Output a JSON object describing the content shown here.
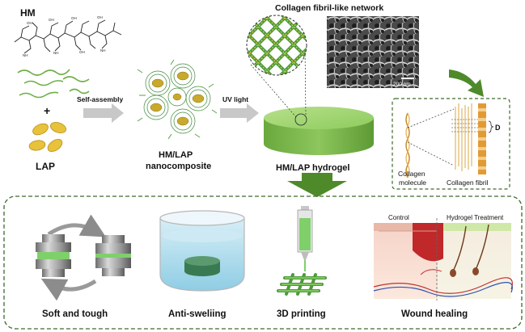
{
  "labels": {
    "hm": "HM",
    "lap": "LAP",
    "plus": "+",
    "self_assembly": "Self-assembly",
    "uv_light": "UV light",
    "nanocomposite_line1": "HM/LAP",
    "nanocomposite_line2": "nanocomposite",
    "hydrogel": "HM/LAP hydrogel",
    "network_title": "Collagen fibril-like network",
    "scale_bar": "200 nm",
    "d_label": "D",
    "collagen_molecule_line1": "Collagen",
    "collagen_molecule_line2": "molecule",
    "collagen_fibril": "Collagen fibril"
  },
  "applications": {
    "soft_tough": "Soft and tough",
    "anti_swelling": "Anti-sweliing",
    "printing": "3D printing",
    "wound_healing": "Wound healing",
    "control": "Control",
    "hydrogel_treatment": "Hydrogel Treatment"
  },
  "colors": {
    "hydrogel_green": "#7fbf4d",
    "arrow_gray": "#bdbdbd",
    "arrow_green": "#4e8a2a",
    "lap_yellow": "#e7c23a",
    "dashed_border": "#3d6b2a",
    "fibril_orange": "#e29a35",
    "control_red": "#c0282a"
  }
}
